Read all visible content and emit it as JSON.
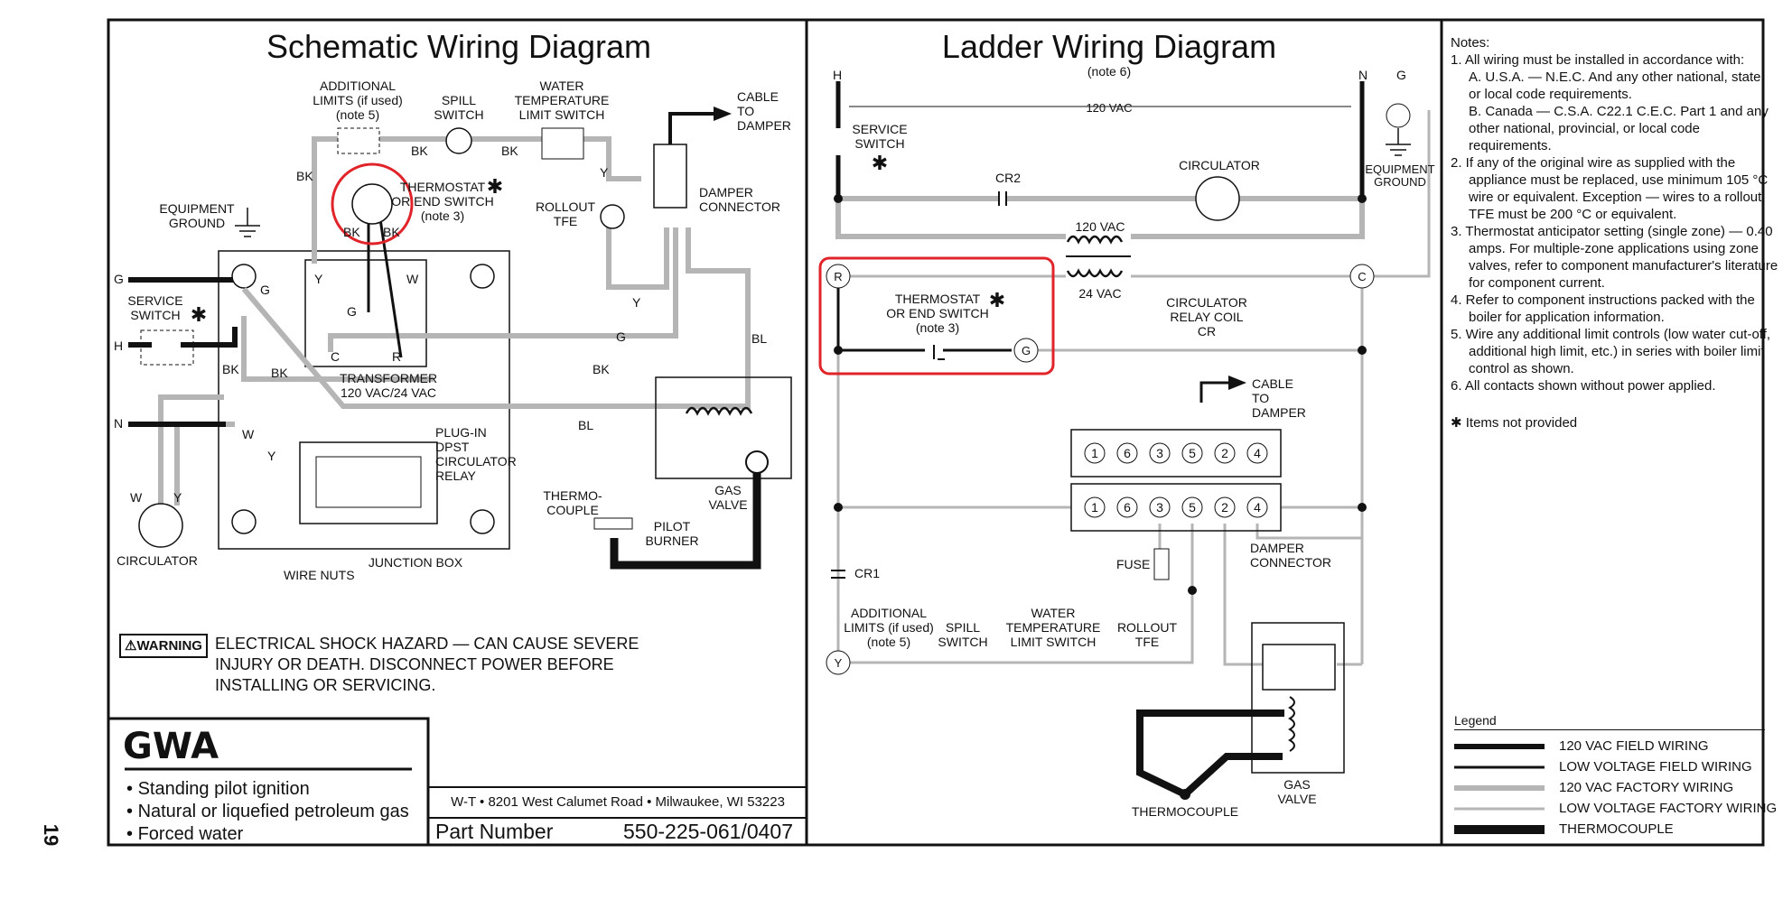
{
  "page_number": "19",
  "schematic": {
    "title": "Schematic Wiring Diagram",
    "labels": {
      "additional_limits": [
        "ADDITIONAL",
        "LIMITS (if used)",
        "(note 5)"
      ],
      "spill_switch": [
        "SPILL",
        "SWITCH"
      ],
      "water_temp": [
        "WATER",
        "TEMPERATURE",
        "LIMIT SWITCH"
      ],
      "cable_to_damper": [
        "CABLE",
        "TO",
        "DAMPER"
      ],
      "thermostat": [
        "THERMOSTAT",
        "OR END SWITCH",
        "(note 3)"
      ],
      "rollout": [
        "ROLLOUT",
        "TFE"
      ],
      "damper_connector": [
        "DAMPER",
        "CONNECTOR"
      ],
      "equipment_ground": [
        "EQUIPMENT",
        "GROUND"
      ],
      "service_switch": [
        "SERVICE",
        "SWITCH"
      ],
      "transformer": [
        "TRANSFORMER",
        "120 VAC/24 VAC"
      ],
      "plugin_relay": [
        "PLUG-IN",
        "DPST",
        "CIRCULATOR",
        "RELAY"
      ],
      "thermocouple": [
        "THERMO-",
        "COUPLE"
      ],
      "gas_valve": [
        "GAS",
        "VALVE"
      ],
      "pilot_burner": [
        "PILOT",
        "BURNER"
      ],
      "circulator": "CIRCULATOR",
      "wire_nuts": "WIRE NUTS",
      "junction_box": "JUNCTION BOX",
      "wire_bk": "BK",
      "wire_y": "Y",
      "wire_g": "G",
      "wire_w": "W",
      "wire_bl": "BL",
      "wire_r": "R",
      "wire_c": "C",
      "term_g": "G",
      "term_h": "H",
      "term_n": "N"
    }
  },
  "ladder": {
    "title": "Ladder Wiring Diagram",
    "note6": "(note 6)",
    "labels": {
      "h": "H",
      "n": "N",
      "g": "G",
      "vac120": "120 VAC",
      "service_switch": [
        "SERVICE",
        "SWITCH"
      ],
      "cr2": "CR2",
      "circulator": "CIRCULATOR",
      "equipment_ground": [
        "EQUIPMENT",
        "GROUND"
      ],
      "vac120_b": "120 VAC",
      "vac24": "24 VAC",
      "r": "R",
      "c": "C",
      "gnode": "G",
      "thermostat": [
        "THERMOSTAT",
        "OR END SWITCH",
        "(note 3)"
      ],
      "relay_coil": [
        "CIRCULATOR",
        "RELAY COIL",
        "CR"
      ],
      "cable_to_damper": [
        "CABLE",
        "TO",
        "DAMPER"
      ],
      "pins": [
        "1",
        "6",
        "3",
        "5",
        "2",
        "4"
      ],
      "fuse": "FUSE",
      "damper_connector": [
        "DAMPER",
        "CONNECTOR"
      ],
      "cr1": "CR1",
      "additional_limits": [
        "ADDITIONAL",
        "LIMITS (if used)",
        "(note 5)"
      ],
      "spill_switch": [
        "SPILL",
        "SWITCH"
      ],
      "water_temp": [
        "WATER",
        "TEMPERATURE",
        "LIMIT SWITCH"
      ],
      "rollout": [
        "ROLLOUT",
        "TFE"
      ],
      "y": "Y",
      "thermocouple": "THERMOCOUPLE",
      "gas_valve": [
        "GAS",
        "VALVE"
      ]
    }
  },
  "notes": {
    "title": "Notes:",
    "items": [
      "1. All wiring must be installed in accordance with:",
      "A. U.S.A. — N.E.C. And any other national, state, or local code requirements.",
      "B. Canada — C.S.A. C22.1 C.E.C. Part 1 and any other national, provincial, or local code requirements.",
      "2. If any of the original wire as supplied with the appliance must be replaced, use minimum 105 °C wire or equivalent. Exception — wires to a rollout TFE must be 200 °C or equivalent.",
      "3. Thermostat anticipator setting (single zone) — 0.40 amps. For multiple-zone applications using zone valves, refer to component manufacturer's literature for component current.",
      "4. Refer to component instructions packed with the boiler for application information.",
      "5. Wire any additional limit controls (low water cut-off, additional high limit, etc.) in series with boiler limit control as shown.",
      "6. All contacts shown without power applied."
    ],
    "not_provided": "Items not provided"
  },
  "legend": {
    "title": "Legend",
    "items": [
      {
        "label": "120 VAC FIELD WIRING",
        "color": "#111111",
        "weight": 6
      },
      {
        "label": "LOW VOLTAGE FIELD WIRING",
        "color": "#111111",
        "weight": 3
      },
      {
        "label": "120 VAC FACTORY WIRING",
        "color": "#b5b5b5",
        "weight": 6
      },
      {
        "label": "LOW VOLTAGE FACTORY WIRING",
        "color": "#b5b5b5",
        "weight": 3
      },
      {
        "label": "THERMOCOUPLE",
        "color": "#111111",
        "weight": 10
      }
    ]
  },
  "warning": {
    "badge": "⚠WARNING",
    "text": "ELECTRICAL SHOCK HAZARD — CAN CAUSE SEVERE INJURY OR DEATH.  DISCONNECT POWER BEFORE INSTALLING OR SERVICING."
  },
  "product": {
    "model": "GWA",
    "features": [
      "Standing pilot ignition",
      "Natural or liquefied petroleum gas",
      "Forced water"
    ]
  },
  "footer": {
    "address": "W-T • 8201 West Calumet Road • Milwaukee, WI 53223",
    "part_label": "Part Number",
    "part_number": "550-225-061/0407"
  },
  "colors": {
    "highlight": "#e0242a",
    "factory": "#b5b5b5",
    "field": "#111111"
  }
}
